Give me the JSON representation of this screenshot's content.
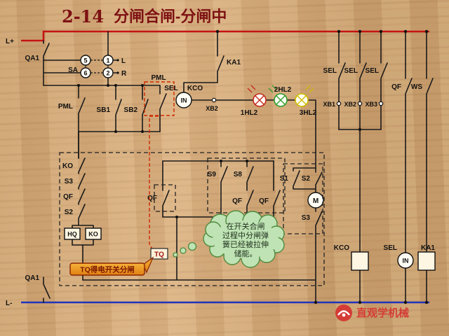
{
  "title": {
    "num": "2-14",
    "text": "分闸合闸-分闸中"
  },
  "rails": {
    "l_plus": "L+",
    "l_minus": "L-",
    "qa1_top": "QA1",
    "qa1_bottom": "QA1"
  },
  "selector": {
    "label": "SA",
    "c5": "5",
    "c1": "1",
    "c6": "6",
    "c2": "2",
    "pos_l": "L",
    "pos_r": "R"
  },
  "control_row": {
    "pml_upper": "PML",
    "ka1": "KA1",
    "sel": "SEL",
    "kco": "KCO",
    "in_meter": "IN",
    "xb2": "XB2",
    "pml_left": "PML",
    "sb1": "SB1",
    "sb2": "SB2",
    "lamps": [
      {
        "label": "1HL2",
        "color": "#c4281e"
      },
      {
        "label": "2HL2",
        "color": "#2f9e2f"
      },
      {
        "label": "3HL2",
        "color": "#cdbd00"
      }
    ]
  },
  "right_columns": {
    "sel1": "SEL",
    "sel2": "SEL",
    "sel3": "SEL",
    "xb1": "XB1",
    "xb2": "XB2",
    "xb3": "XB3",
    "qf": "QF",
    "ws": "WS"
  },
  "mechanism": {
    "ko_contact": "KO",
    "s3_left": "S3",
    "qf_left": "QF",
    "s2_left": "S2",
    "hq_coil": "HQ",
    "ko_coil": "KO",
    "qf_mid": "QF",
    "s9": "S9",
    "s8": "S8",
    "qf_c1": "QF",
    "qf_c2": "QF",
    "s1": "S1",
    "s2_right": "S2",
    "motor": "M",
    "s3_right": "S3",
    "tq": "TQ"
  },
  "bottom_row": {
    "kco": "KCO",
    "sel": "SEL",
    "in_meter": "IN",
    "ka1": "KA1"
  },
  "callout": {
    "text": "TQ得电开关分闸"
  },
  "cloud": {
    "line1": "在开关合闸",
    "line2": "过程中分闸弹",
    "line3": "簧已经被拉伸",
    "line4": "储能。"
  },
  "watermark": {
    "text": "直观学机械"
  },
  "colors": {
    "bus_positive": "#c41414",
    "bus_negative": "#2233bb",
    "wire": "#1a1a1a",
    "lamp_red": "#c4281e",
    "lamp_green": "#2f9e2f",
    "lamp_yellow": "#cdbd00",
    "highlight_dash": "#cc2a00",
    "cloud_fill": "#bfe3b4",
    "cloud_stroke": "#4e8a3f",
    "callout_fill": "#f0941f",
    "callout_border": "#8b2500",
    "title": "#7d1113",
    "watermark": "#d43c35"
  }
}
